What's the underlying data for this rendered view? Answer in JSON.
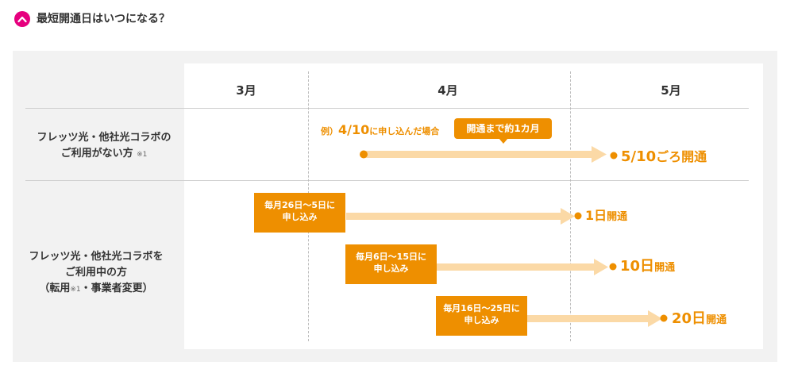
{
  "heading": {
    "title": "最短開通日はいつになる？",
    "icon": "chevron-up-icon",
    "accent_color": "#e6007e"
  },
  "months": [
    "3月",
    "4月",
    "5月"
  ],
  "rows": [
    {
      "label_line1": "フレッツ光・他社光コラボの",
      "label_line2": "ご利用がない方",
      "label_note": "※1"
    },
    {
      "label_line1": "フレッツ光・他社光コラボを",
      "label_line2": "ご利用中の方",
      "label_line3a": "（転用",
      "label_note": "※1",
      "label_line3b": "・事業者変更）"
    }
  ],
  "example": {
    "prefix": "例）",
    "date": "4/10",
    "mid": "に申し込んだ場合",
    "badge": "開通まで約1カ月",
    "result_date": "5/10",
    "result_suffix": "ごろ開通"
  },
  "schedules": [
    {
      "line1": "毎月26日〜5日に",
      "line2": "申し込み",
      "result_day": "1日",
      "result_suffix": "開通"
    },
    {
      "line1": "毎月6日〜15日に",
      "line2": "申し込み",
      "result_day": "10日",
      "result_suffix": "開通"
    },
    {
      "line1": "毎月16日〜25日に",
      "line2": "申し込み",
      "result_day": "20日",
      "result_suffix": "開通"
    }
  ],
  "colors": {
    "orange": "#ee8f00",
    "arrow": "#fbd9a6"
  }
}
